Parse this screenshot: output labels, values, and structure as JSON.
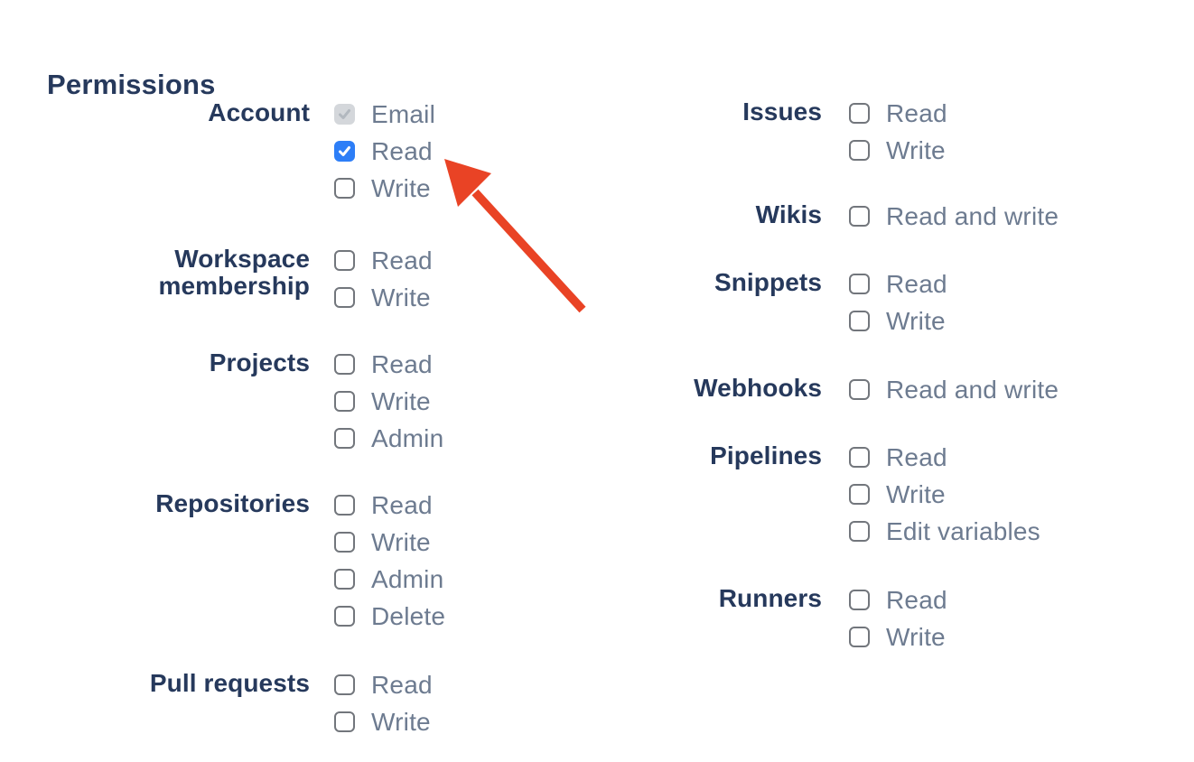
{
  "heading": "Permissions",
  "colors": {
    "heading_text": "#26395c",
    "group_label_text": "#26395c",
    "option_label_text": "#6d7b90",
    "checkbox_border": "#72767c",
    "checkbox_checked_bg": "#2d7ef7",
    "checkbox_check": "#ffffff",
    "checkbox_disabled_bg": "#d4d7db",
    "checkbox_disabled_check": "#b2b8bf",
    "arrow": "#e94325"
  },
  "columns": [
    {
      "groups": [
        {
          "label": "Account",
          "options": [
            {
              "label": "Email",
              "state": "disabled-checked"
            },
            {
              "label": "Read",
              "state": "checked"
            },
            {
              "label": "Write",
              "state": "unchecked"
            }
          ]
        },
        {
          "label": "Workspace membership",
          "options": [
            {
              "label": "Read",
              "state": "unchecked"
            },
            {
              "label": "Write",
              "state": "unchecked"
            }
          ]
        },
        {
          "label": "Projects",
          "options": [
            {
              "label": "Read",
              "state": "unchecked"
            },
            {
              "label": "Write",
              "state": "unchecked"
            },
            {
              "label": "Admin",
              "state": "unchecked"
            }
          ]
        },
        {
          "label": "Repositories",
          "options": [
            {
              "label": "Read",
              "state": "unchecked"
            },
            {
              "label": "Write",
              "state": "unchecked"
            },
            {
              "label": "Admin",
              "state": "unchecked"
            },
            {
              "label": "Delete",
              "state": "unchecked"
            }
          ]
        },
        {
          "label": "Pull requests",
          "options": [
            {
              "label": "Read",
              "state": "unchecked"
            },
            {
              "label": "Write",
              "state": "unchecked"
            }
          ]
        }
      ]
    },
    {
      "groups": [
        {
          "label": "Issues",
          "options": [
            {
              "label": "Read",
              "state": "unchecked"
            },
            {
              "label": "Write",
              "state": "unchecked"
            }
          ]
        },
        {
          "label": "Wikis",
          "options": [
            {
              "label": "Read and write",
              "state": "unchecked"
            }
          ]
        },
        {
          "label": "Snippets",
          "options": [
            {
              "label": "Read",
              "state": "unchecked"
            },
            {
              "label": "Write",
              "state": "unchecked"
            }
          ]
        },
        {
          "label": "Webhooks",
          "options": [
            {
              "label": "Read and write",
              "state": "unchecked"
            }
          ]
        },
        {
          "label": "Pipelines",
          "options": [
            {
              "label": "Read",
              "state": "unchecked"
            },
            {
              "label": "Write",
              "state": "unchecked"
            },
            {
              "label": "Edit variables",
              "state": "unchecked"
            }
          ]
        },
        {
          "label": "Runners",
          "options": [
            {
              "label": "Read",
              "state": "unchecked"
            },
            {
              "label": "Write",
              "state": "unchecked"
            }
          ]
        }
      ]
    }
  ],
  "annotation": {
    "type": "arrow",
    "color": "#e94325",
    "target": "Account Read checkbox"
  }
}
